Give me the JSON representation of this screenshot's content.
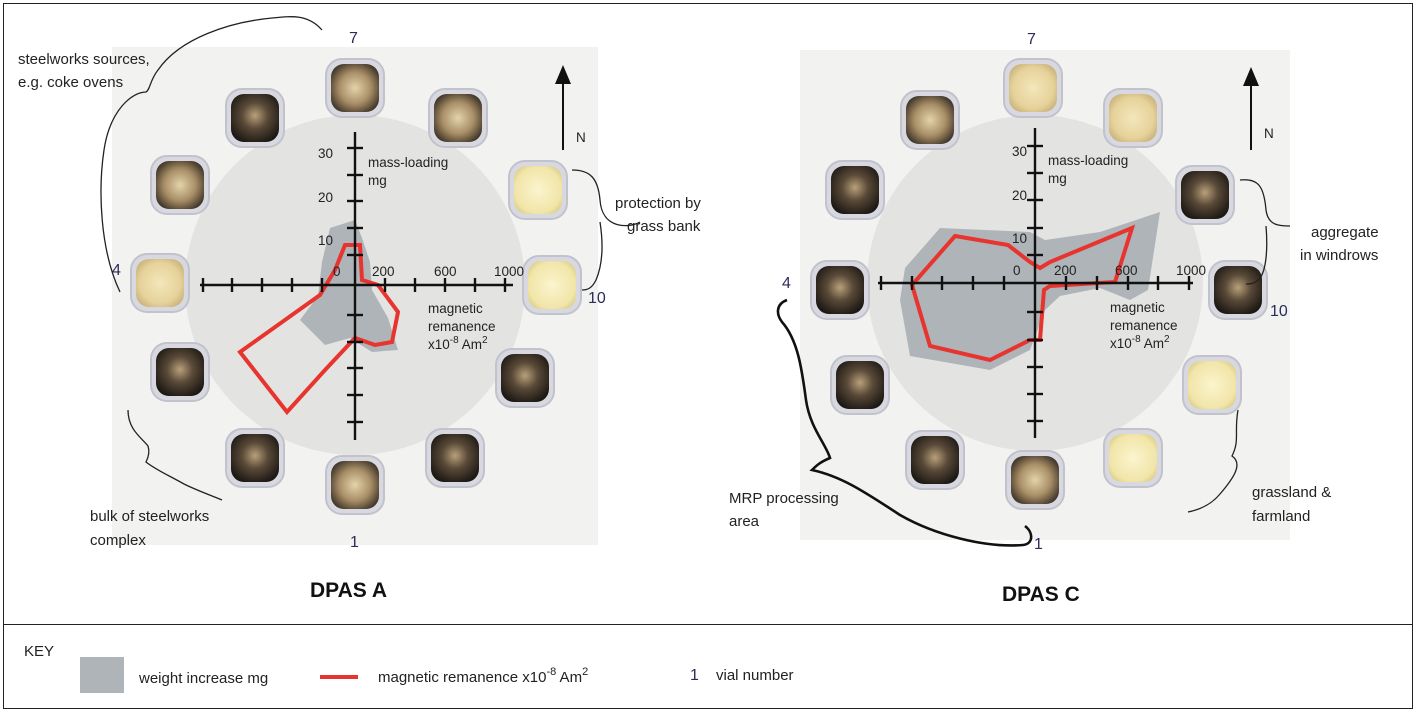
{
  "panels": [
    {
      "title": "DPAS A",
      "vial_labels": {
        "v1": "1",
        "v4": "4",
        "v7": "7",
        "v10": "10"
      },
      "y_axis": {
        "label_line1": "mass-loading",
        "label_line2": "mg",
        "ticks": [
          "10",
          "20",
          "30"
        ]
      },
      "x_axis": {
        "label_line1": "magnetic",
        "label_line2": "remanence",
        "label_line3": "x10",
        "label_exp": "-8",
        "label_unit": " Am",
        "label_sq": "2",
        "ticks": [
          "0",
          "200",
          "600",
          "1000"
        ]
      },
      "annotations": {
        "a1_line1": "steelworks sources,",
        "a1_line2": "e.g. coke ovens",
        "a2_line1": "protection by",
        "a2_line2": "grass bank",
        "a3_line1": "bulk of steelworks",
        "a3_line2": "complex"
      },
      "north": "N",
      "colors": {
        "weight": "#aeb4b8",
        "remanence": "#e8342e"
      }
    },
    {
      "title": "DPAS C",
      "vial_labels": {
        "v1": "1",
        "v4": "4",
        "v7": "7",
        "v10": "10"
      },
      "y_axis": {
        "label_line1": "mass-loading",
        "label_line2": "mg",
        "ticks": [
          "10",
          "20",
          "30"
        ]
      },
      "x_axis": {
        "label_line1": "magnetic",
        "label_line2": "remanence",
        "label_line3": "x10",
        "label_exp": "-8",
        "label_unit": " Am",
        "label_sq": "2",
        "ticks": [
          "0",
          "200",
          "600",
          "1000"
        ]
      },
      "annotations": {
        "a1_line1": "aggregate",
        "a1_line2": "in windrows",
        "a2_line1": "grassland &",
        "a2_line2": "farmland",
        "a3_line1": "MRP processing",
        "a3_line2": "area"
      },
      "north": "N",
      "colors": {
        "weight": "#aeb4b8",
        "remanence": "#e8342e"
      }
    }
  ],
  "key": {
    "title": "KEY",
    "weight_label": "weight increase mg",
    "remanence_label": "magnetic remanence x10",
    "remanence_exp": "-8",
    "remanence_unit": " Am",
    "remanence_sq": "2",
    "vial_symbol": "1",
    "vial_label": "vial number"
  }
}
